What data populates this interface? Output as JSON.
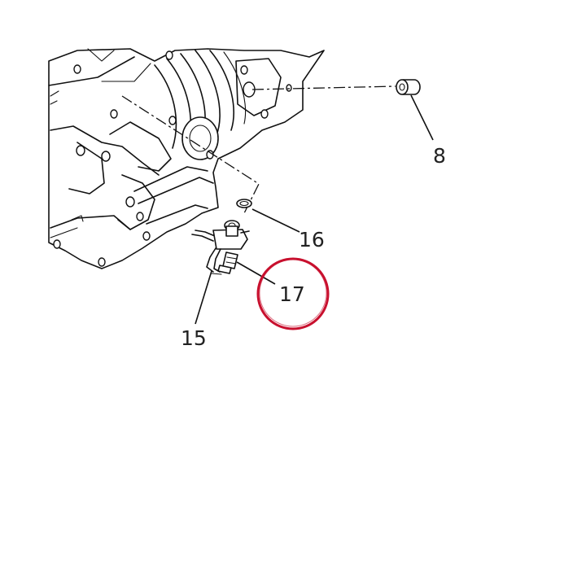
{
  "callouts": {
    "c8": "8",
    "c15": "15",
    "c16": "16",
    "c17": "17"
  },
  "colors": {
    "line": "#111111",
    "highlight": "#c8102e",
    "background": "#ffffff"
  }
}
